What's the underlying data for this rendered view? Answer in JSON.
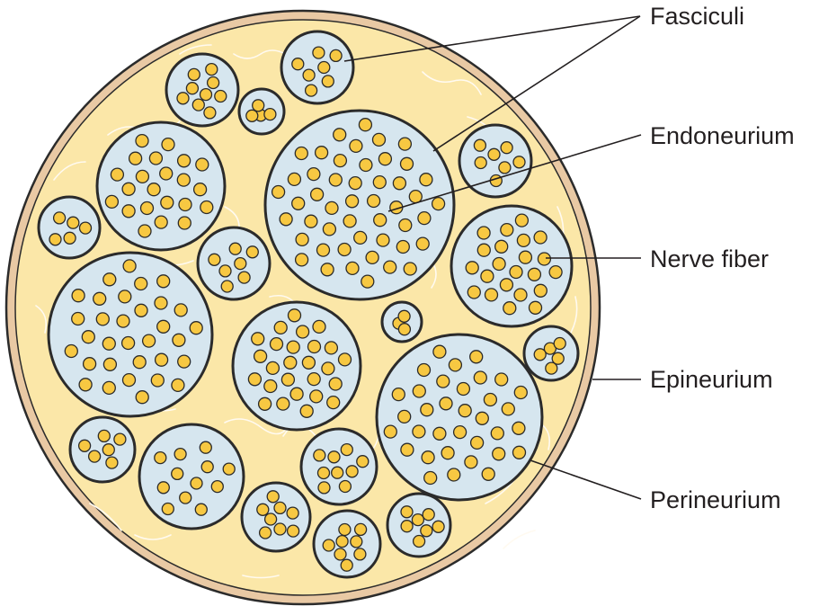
{
  "colors": {
    "epineurium_fill": "#fbe7a8",
    "epineurium_rim": "#e9c9a4",
    "fascicle_fill": "#d6e6ef",
    "fascicle_stroke": "#2b2b2b",
    "nerve_fiber_fill": "#f7c842",
    "tissue_lines": "#fffaf0",
    "leader_lines": "#231f20",
    "label_text": "#231f20"
  },
  "labels": {
    "fasciculi": "Fasciculi",
    "endoneurium": "Endoneurium",
    "nerve_fiber": "Nerve fiber",
    "epineurium": "Epineurium",
    "perineurium": "Perineurium"
  }
}
